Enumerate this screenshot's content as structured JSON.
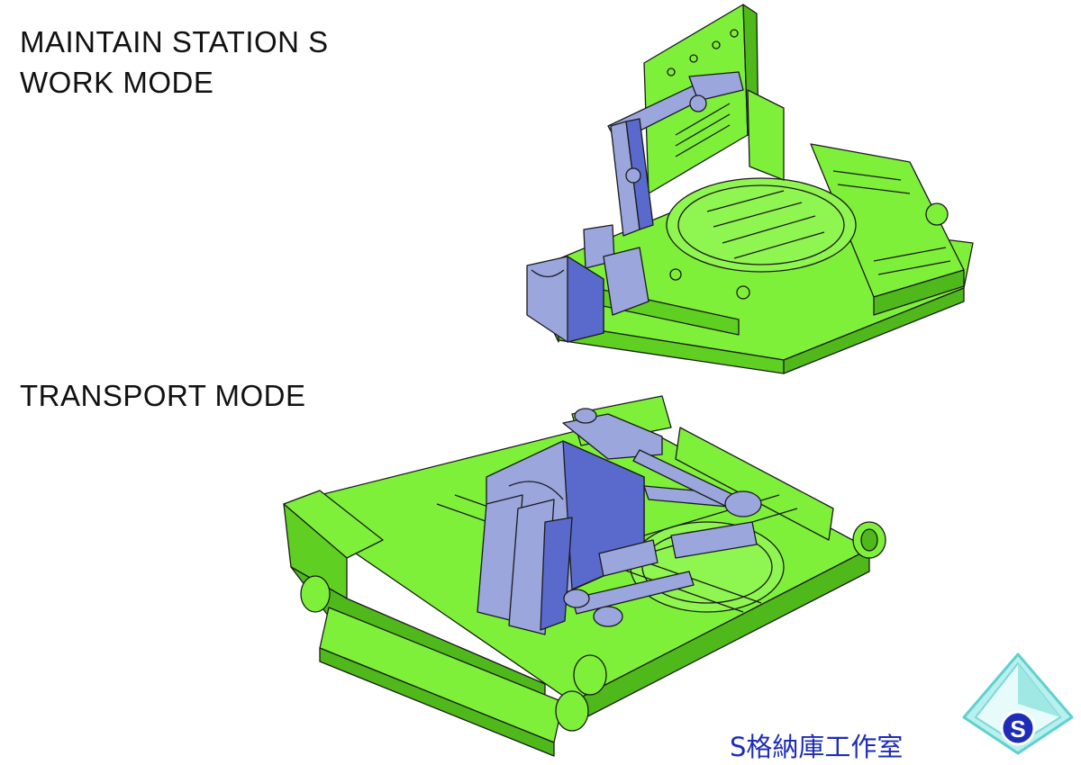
{
  "captions": {
    "line1": "MAINTAIN STATION S",
    "line2": "WORK MODE",
    "line3": "TRANSPORT MODE"
  },
  "figures": {
    "work_mode": "model-work-mode",
    "transport_mode": "model-transport-mode"
  },
  "logo": {
    "studio_name": "S格納庫工作室",
    "emblem_letter": "S"
  },
  "colors": {
    "background": "#ffffff",
    "green": "#7ef03a",
    "green_dark": "#4fb81a",
    "blue_grey": "#9aa6dc",
    "blue_dark": "#5a6acc",
    "outline": "#1a1a1a",
    "logo_text": "#1d2db8"
  }
}
